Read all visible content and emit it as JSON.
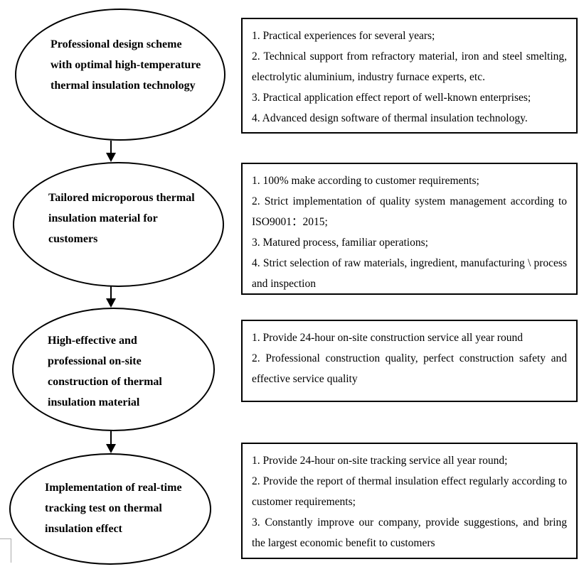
{
  "diagram": {
    "steps": [
      {
        "stage_lines": [
          "Professional design scheme",
          "with optimal high-temperature",
          "thermal insulation technology"
        ],
        "details": [
          "1. Practical experiences for several years;",
          "2. Technical support from refractory material, iron and steel smelting, electrolytic aluminium, industry furnace experts, etc.",
          "3. Practical application effect report of well-known enterprises;",
          "4. Advanced design software of thermal insulation technology."
        ]
      },
      {
        "stage_lines": [
          "Tailored microporous thermal",
          "insulation material for",
          "customers"
        ],
        "details": [
          "1. 100% make according to customer requirements;",
          "2. Strict implementation of quality system management according to ISO9001：2015;",
          "3. Matured process, familiar operations;",
          "4. Strict selection of raw materials, ingredient, manufacturing \\ process and inspection"
        ]
      },
      {
        "stage_lines": [
          "High-effective and",
          "professional on-site",
          "construction of thermal",
          "insulation material"
        ],
        "details": [
          "1. Provide 24-hour on-site construction service all year round",
          "2. Professional construction quality, perfect construction safety and effective service quality"
        ]
      },
      {
        "stage_lines": [
          "Implementation of real-time",
          "tracking test on thermal",
          "insulation effect"
        ],
        "details": [
          "1. Provide 24-hour on-site tracking service all year round;",
          "2. Provide the report of thermal insulation effect regularly according to customer requirements;",
          "3. Constantly improve our company, provide suggestions, and bring the largest economic benefit to customers"
        ]
      }
    ]
  },
  "colors": {
    "stroke": "#000000",
    "background": "#ffffff",
    "artifact_gray": "#ababab"
  }
}
